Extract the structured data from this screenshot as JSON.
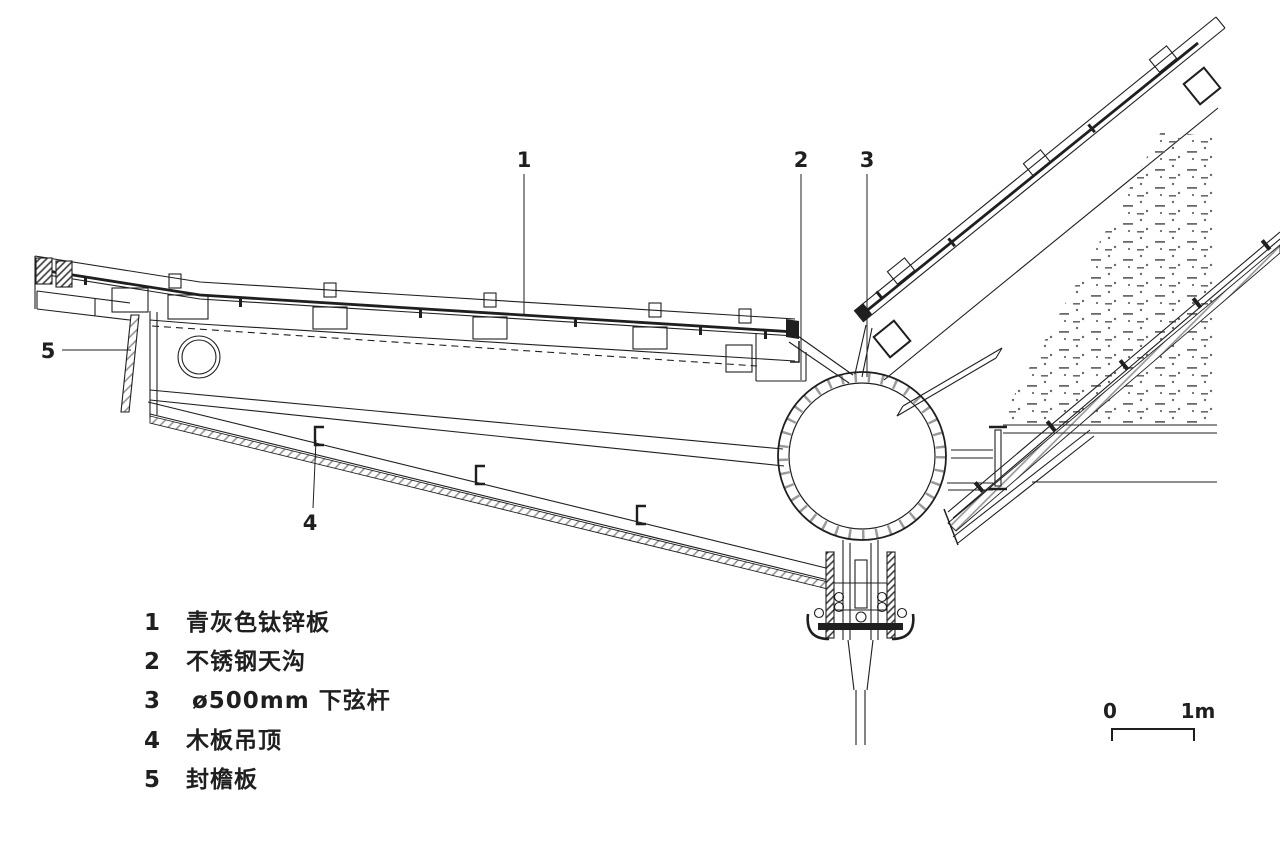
{
  "figure": {
    "type": "architectural-detail-section",
    "description": "Roof valley gutter detail section with numbered callouts"
  },
  "legend": {
    "items": [
      {
        "num": "1",
        "text": "青灰色钛锌板"
      },
      {
        "num": "2",
        "text": "不锈钢天沟"
      },
      {
        "num": "3",
        "text": "ø500mm 下弦杆"
      },
      {
        "num": "4",
        "text": "木板吊顶"
      },
      {
        "num": "5",
        "text": "封檐板"
      }
    ]
  },
  "scale_bar": {
    "start_label": "0",
    "end_label": "1m"
  },
  "colors": {
    "line": "#1f1f1f",
    "hatch_gray": "#8e8e8e",
    "hatch_dark": "#3a3a3a",
    "background": "#ffffff"
  }
}
